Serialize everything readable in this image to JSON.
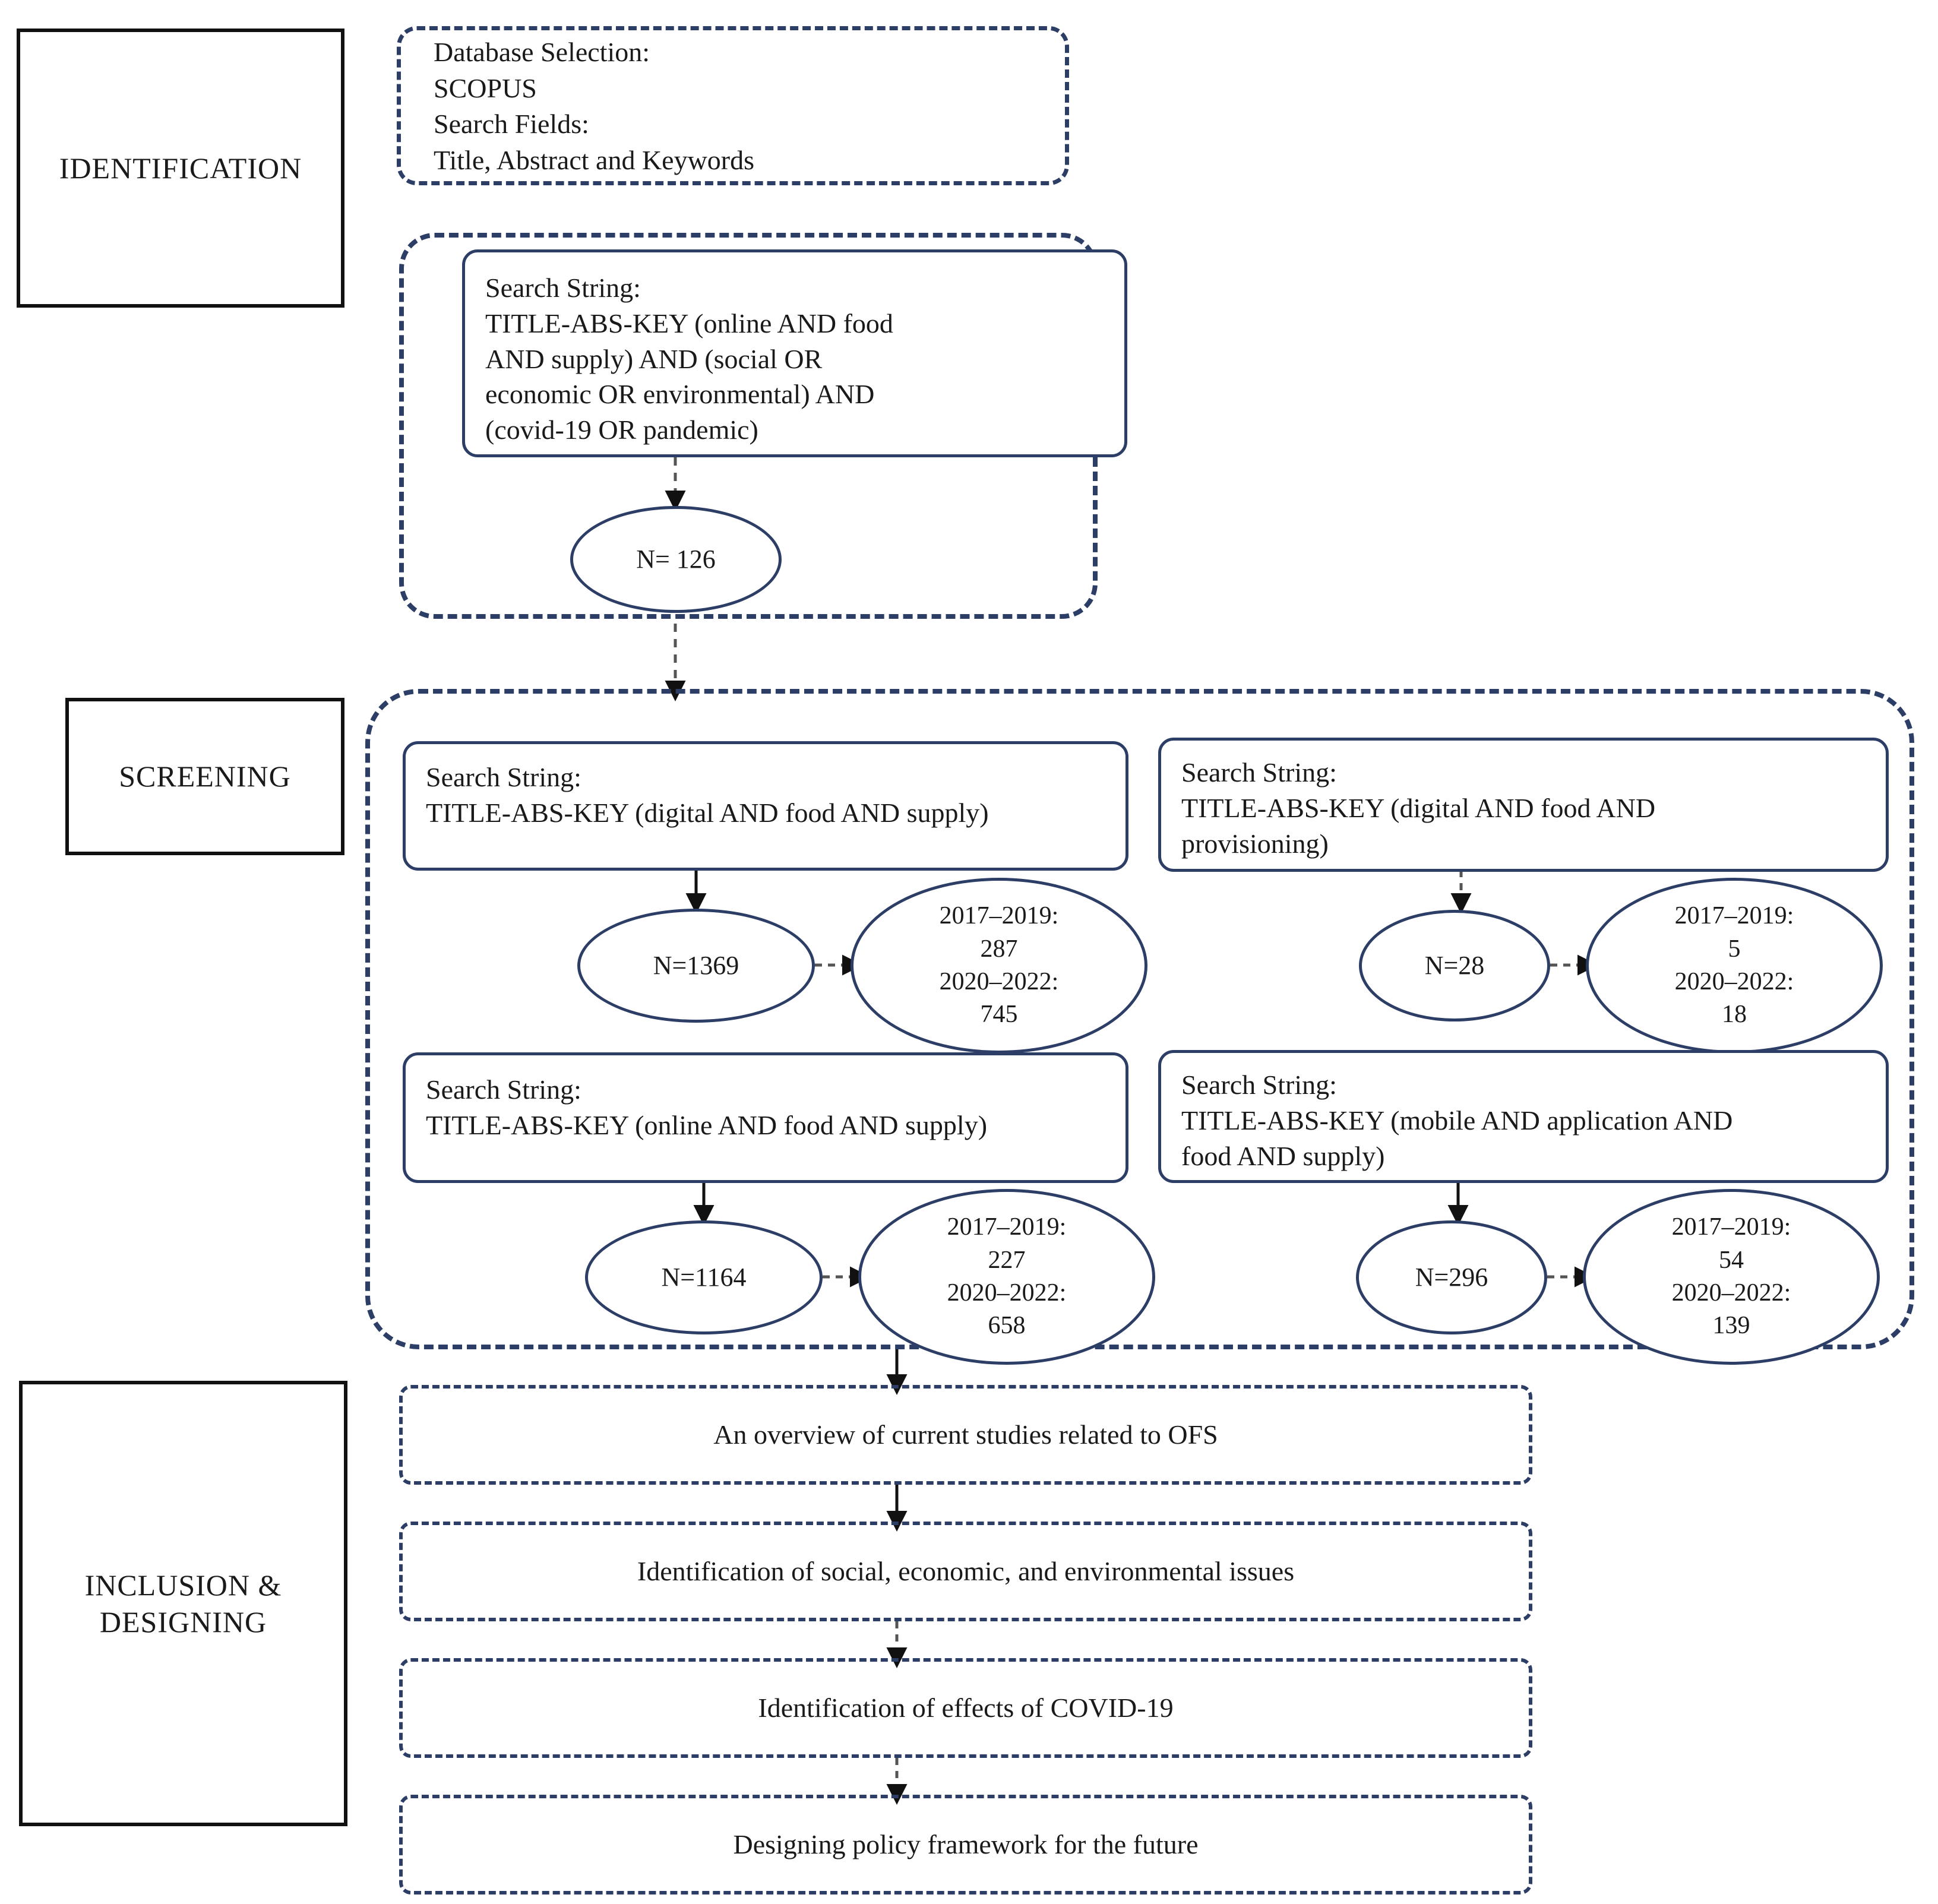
{
  "stages": [
    {
      "id": "identification",
      "label": "IDENTIFICATION"
    },
    {
      "id": "screening",
      "label": "SCREENING"
    },
    {
      "id": "inclusion",
      "label": "INCLUSION &\nDESIGNING"
    }
  ],
  "identification": {
    "database_box": {
      "line1": "Database Selection:",
      "line2": "SCOPUS",
      "line3": "Search Fields:",
      "line4": "Title, Abstract and Keywords"
    },
    "search_box": {
      "label": "Search String:",
      "query": "TITLE-ABS-KEY (online AND food\nAND supply) AND (social OR\neconomic OR environmental) AND\n(covid-19 OR pandemic)"
    },
    "result_ellipse": {
      "value": "N= 126"
    }
  },
  "screening": {
    "queries": [
      {
        "id": "digital-food-supply",
        "label": "Search String:",
        "query": "TITLE-ABS-KEY (digital AND food AND supply)",
        "count": "N=1369",
        "breakdown": "2017–2019:\n287\n2020–2022:\n745",
        "period_1": "2017–2019:",
        "period_1_value": "287",
        "period_2": "2020–2022:",
        "period_2_value": "745"
      },
      {
        "id": "digital-food-provisioning",
        "label": "Search String:",
        "query": "TITLE-ABS-KEY (digital AND food AND\nprovisioning)",
        "count": "N=28",
        "breakdown": "2017–2019:\n5\n2020–2022:\n18",
        "period_1": "2017–2019:",
        "period_1_value": "5",
        "period_2": "2020–2022:",
        "period_2_value": "18"
      },
      {
        "id": "online-food-supply",
        "label": "Search String:",
        "query": "TITLE-ABS-KEY (online AND food AND supply)",
        "count": "N=1164",
        "breakdown": "2017–2019:\n227\n2020–2022:\n658",
        "period_1": "2017–2019:",
        "period_1_value": "227",
        "period_2": "2020–2022:",
        "period_2_value": "658"
      },
      {
        "id": "mobile-application-food-supply",
        "label": "Search String:",
        "query": "TITLE-ABS-KEY (mobile AND application AND\nfood AND supply)",
        "count": "N=296",
        "breakdown": "2017–2019:\n54\n2020–2022:\n139",
        "period_1": "2017–2019:",
        "period_1_value": "54",
        "period_2": "2020–2022:",
        "period_2_value": "139"
      }
    ]
  },
  "inclusion": {
    "steps": [
      {
        "id": "overview-studies",
        "label": "An overview of current studies related to OFS"
      },
      {
        "id": "identification-issues",
        "label": "Identification of social, economic, and environmental issues"
      },
      {
        "id": "identification-covid",
        "label": "Identification of effects of COVID-19"
      },
      {
        "id": "designing-policy",
        "label": "Designing policy framework for the future"
      }
    ]
  },
  "colors": {
    "navy": "#2c3d66",
    "black": "#111111",
    "background": "#ffffff"
  }
}
